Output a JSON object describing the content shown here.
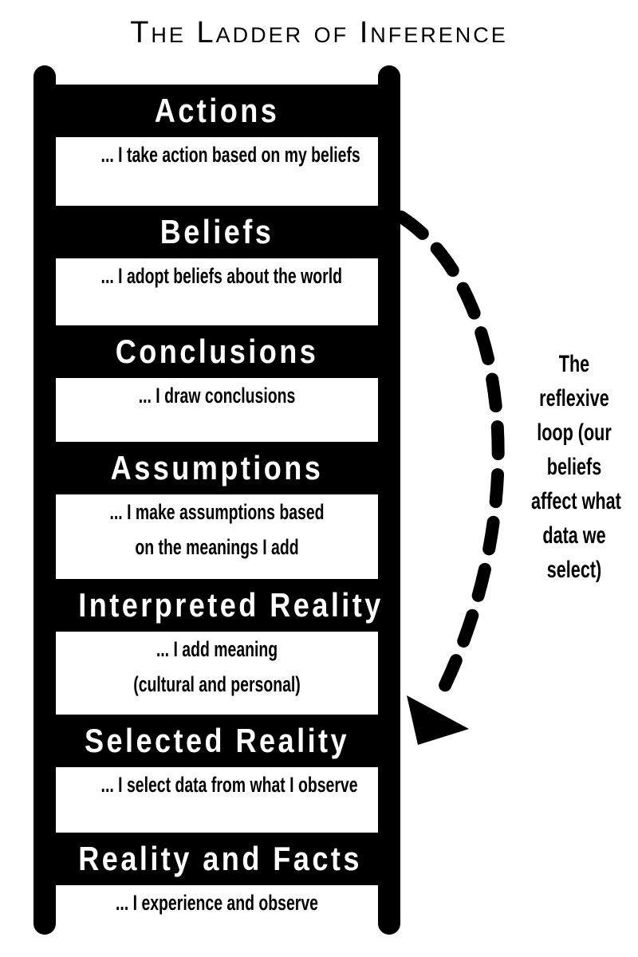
{
  "title": "The Ladder of Inference",
  "rungs": [
    {
      "heading": "Actions",
      "lines": [
        "... I take action based on my beliefs"
      ]
    },
    {
      "heading": "Beliefs",
      "lines": [
        "... I adopt beliefs about the world"
      ]
    },
    {
      "heading": "Conclusions",
      "lines": [
        "... I draw conclusions"
      ]
    },
    {
      "heading": "Assumptions",
      "lines": [
        "... I make assumptions based",
        "on the meanings I add"
      ]
    },
    {
      "heading": "Interpreted Reality",
      "lines": [
        "... I add meaning",
        "(cultural and personal)"
      ]
    },
    {
      "heading": "Selected Reality",
      "lines": [
        "... I select data from what I observe"
      ]
    },
    {
      "heading": "Reality and Facts",
      "lines": [
        "... I experience and observe"
      ]
    }
  ],
  "loop_note": {
    "lines": [
      "The",
      "reflexive",
      "loop (our",
      "beliefs",
      "affect what",
      "data we",
      "select)"
    ]
  },
  "colors": {
    "ink": "#000000",
    "paper": "#ffffff"
  }
}
